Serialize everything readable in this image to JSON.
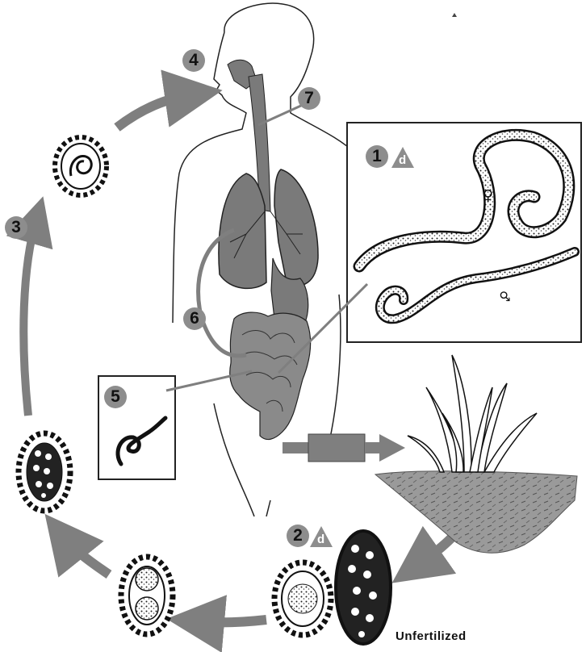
{
  "stages": [
    {
      "number": "3"
    },
    {
      "number": "4"
    },
    {
      "number": "7"
    },
    {
      "number": "1",
      "tag": "d"
    },
    {
      "number": "6"
    },
    {
      "number": "5"
    },
    {
      "number": "2",
      "tag": "d"
    }
  ],
  "labels": {
    "female_symbol": "♀",
    "male_symbol": "♂",
    "unfertilized": "Unfertilized"
  },
  "colors": {
    "accent_gray": "#8d8d8d",
    "organ_gray": "#7a7a7a",
    "arrow_gray": "#7f7f7f"
  }
}
